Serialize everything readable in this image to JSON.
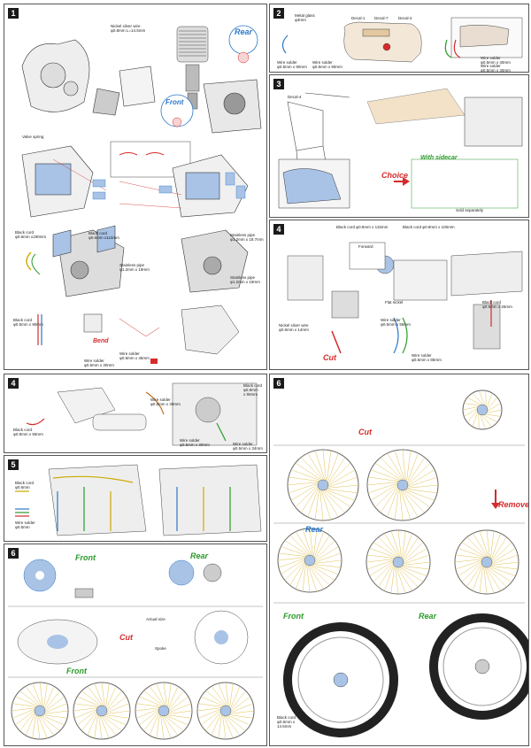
{
  "steps": {
    "s1": {
      "num": "1",
      "nickel_wire": "Nickel silver wire\nφ0.8mm L=14.5mm",
      "valve_spring": "Valve spring",
      "black_cord_1": "Black cord\nφ0.6mm x190mm",
      "black_cord_2": "Black cord\nφ0.6mm x110mm",
      "black_cord_3": "Black cord\nφ0.5mm x 90mm",
      "stainless_1": "Stainless pipe\nφ1.2mm x 18.7mm",
      "stainless_2": "Stainless pipe\nφ1.2mm x 19mm",
      "stainless_3": "Stainless pipe\nφ1.2mm x 19mm",
      "wire_solder": "Wire solder\nφ0.5mm x 45mm",
      "wire_solder_2": "Wire solder\nφ0.5mm x 30mm",
      "bend": "Bend",
      "rear": "Rear",
      "front": "Front"
    },
    "s2": {
      "num": "2",
      "metal_glass": "Metal glass\nφ3mm",
      "decal_1": "Decal-1",
      "decal_7": "Decal-7",
      "decal_2": "Decal-2",
      "wire_solder_a": "Wire solder\nφ0.5mm x 90mm",
      "wire_solder_b": "Wire solder\nφ0.5mm x 90mm",
      "wire_solder_c": "Wire solder\nφ0.5mm x 40mm",
      "wire_solder_d": "Wire solder\nφ0.5mm x 40mm"
    },
    "s3": {
      "num": "3",
      "decal_4": "Decal-4",
      "choice": "Choice",
      "with_sidecar": "With sidecar",
      "sold_sep": "Sold separately"
    },
    "s4a": {
      "num": "4",
      "black_cord_1": "Black cord φ0.8mm x 115mm",
      "black_cord_2": "Black cord φ0.8mm x 100mm",
      "forward": "Forward",
      "black_cord_3": "Black cord\nφ0.5mm x 25mm",
      "nickel_wire": "Nickel silver wire\nφ0.6mm x 14mm",
      "wire_solder_a": "Wire solder\nφ0.5mm x 55mm",
      "wire_solder_b": "Wire solder\nφ0.5mm x 85mm",
      "cut": "Cut",
      "flat_nickel": "Flat nickel"
    },
    "s4b": {
      "num": "4",
      "black_cord": "Black cord\nφ0.8mm x 55mm",
      "wire_solder_a": "Wire solder\nφ0.5mm x 30mm",
      "wire_solder_b": "Wire solder\nφ0.5mm x 40mm",
      "wire_solder_c": "Wire solder\nφ0.5mm x 34mm",
      "black_cord_b": "Black cord\nφ0.8mm\nx 90mm"
    },
    "s5": {
      "num": "5",
      "black_cord": "Black cord\nφ0.6mm",
      "wire_solder": "Wire solder\nφ0.5mm"
    },
    "s6a": {
      "num": "6",
      "front": "Front",
      "rear": "Rear",
      "cut": "Cut",
      "actual_size": "Actual size",
      "spoke": "Spoke",
      "front2": "Front"
    },
    "s6b": {
      "num": "6",
      "cut": "Cut",
      "remove": "Remove",
      "rear": "Rear",
      "front": "Front",
      "rear2": "Rear",
      "black_cord": "Black cord\nφ0.6mm x\n14.5mm"
    }
  },
  "colors": {
    "accent_blue": "#2a78c8",
    "accent_red": "#d62a2a",
    "accent_green": "#2a9a2a",
    "spoke_yellow": "#e0c050",
    "part_blue": "#a9c3e6"
  }
}
